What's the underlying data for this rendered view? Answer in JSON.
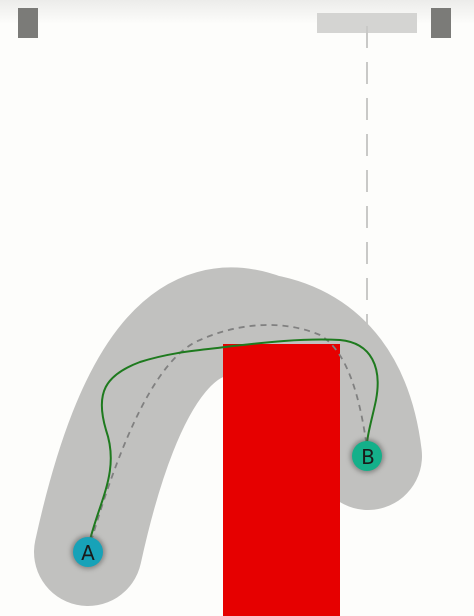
{
  "game": {
    "progress_fraction": 0.0,
    "colors": {
      "background": "#fdfdfb",
      "corridor": "#c1c1bf",
      "obstacle": "#e60000",
      "player_path": "#1e7a1e",
      "guide_path": "#808080",
      "node_a": "#17a2b8",
      "node_b": "#14b08a",
      "controls": "#7b7b78"
    },
    "icons": {
      "left_control": "menu-icon",
      "right_control": "pause-icon"
    },
    "nodes": {
      "start": {
        "label": "A"
      },
      "end": {
        "label": "B"
      }
    }
  }
}
